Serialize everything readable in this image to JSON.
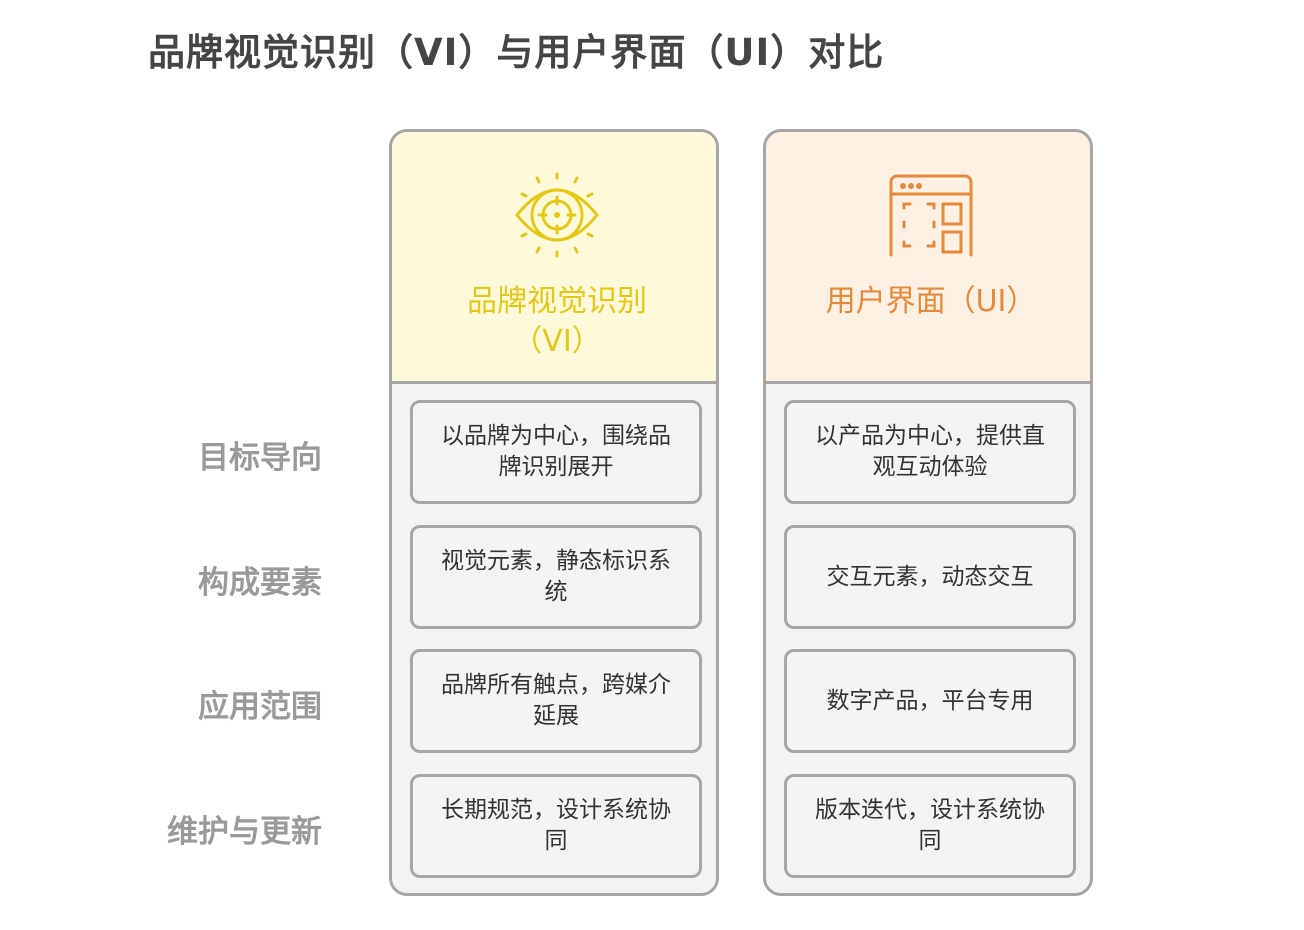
{
  "title": "品牌视觉识别（VI）与用户界面（UI）对比",
  "row_labels": [
    "目标导向",
    "构成要素",
    "应用范围",
    "维护与更新"
  ],
  "columns": [
    {
      "title": "品牌视觉识别（VI）",
      "icon": "eye-target-icon",
      "color": "#e3c915",
      "cells": [
        "以品牌为中心，围绕品牌识别展开",
        "视觉元素，静态标识系统",
        "品牌所有触点，跨媒介延展",
        "长期规范，设计系统协同"
      ]
    },
    {
      "title": "用户界面（UI）",
      "icon": "browser-layout-icon",
      "color": "#e48a3a",
      "cells": [
        "以产品为中心，提供直观互动体验",
        "交互元素，动态交互",
        "数字产品，平台专用",
        "版本迭代，设计系统协同"
      ]
    }
  ]
}
